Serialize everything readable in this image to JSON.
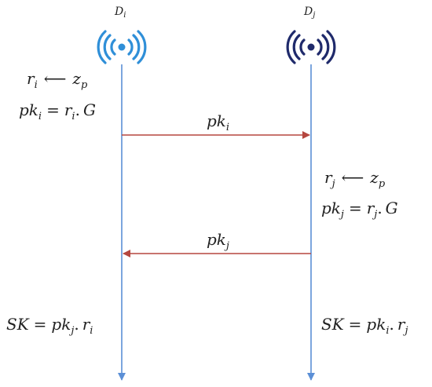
{
  "devices": {
    "left": {
      "label": "D",
      "sub": "i",
      "icon": "wireless-broadcast-icon",
      "color": "#2f8fd8"
    },
    "right": {
      "label": "D",
      "sub": "j",
      "icon": "wireless-broadcast-icon",
      "color": "#1f2a6b"
    }
  },
  "colors": {
    "lifeline": "#5b8fd6",
    "message": "#b5473f",
    "text": "#222222"
  },
  "left_steps": {
    "rand": {
      "a": "r",
      "a_sub": "i",
      "op": "⟵",
      "b": "z",
      "b_sub": "p"
    },
    "pk": {
      "a": "pk",
      "a_sub": "i",
      "eq": "=",
      "b": "r",
      "b_sub": "i",
      "dot": ".",
      "c": "G"
    },
    "sk": {
      "a": "SK",
      "eq": "=",
      "b": "pk",
      "b_sub": "j",
      "dot": ".",
      "c": "r",
      "c_sub": "i"
    }
  },
  "right_steps": {
    "rand": {
      "a": "r",
      "a_sub": "j",
      "op": "⟵",
      "b": "z",
      "b_sub": "p"
    },
    "pk": {
      "a": "pk",
      "a_sub": "j",
      "eq": "=",
      "b": "r",
      "b_sub": "j",
      "dot": ".",
      "c": "G"
    },
    "sk": {
      "a": "SK",
      "eq": "=",
      "b": "pk",
      "b_sub": "i",
      "dot": ".",
      "c": "r",
      "c_sub": "j"
    }
  },
  "messages": [
    {
      "label": "pk",
      "sub": "i",
      "direction": "left-to-right"
    },
    {
      "label": "pk",
      "sub": "j",
      "direction": "right-to-left"
    }
  ]
}
